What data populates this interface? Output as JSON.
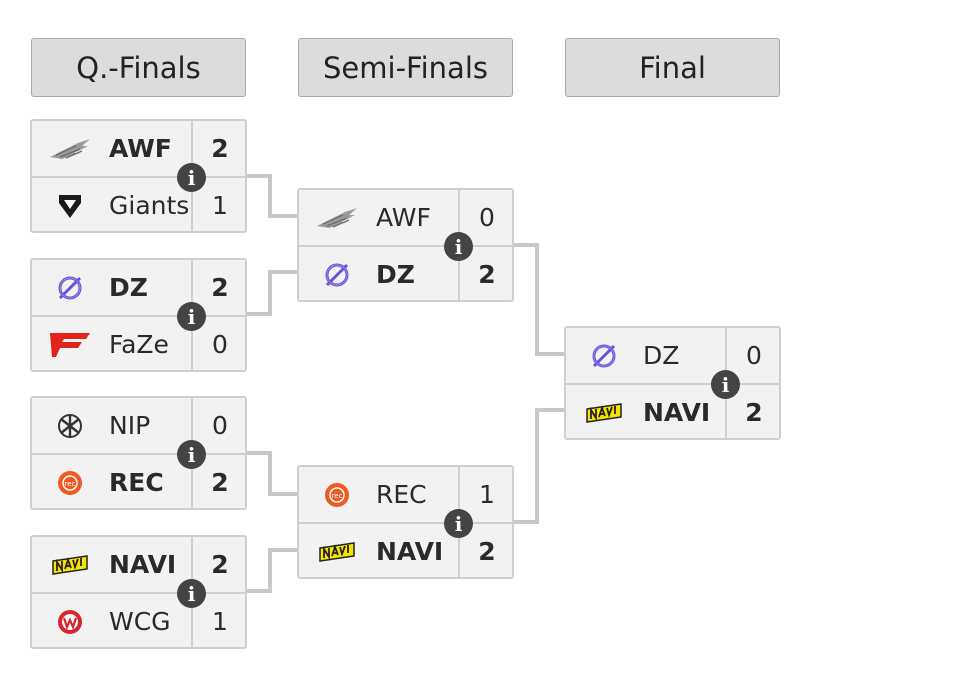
{
  "rounds": [
    {
      "label": "Q.-Finals"
    },
    {
      "label": "Semi-Finals"
    },
    {
      "label": "Final"
    }
  ],
  "matches": [
    {
      "teams": [
        {
          "name": "AWF",
          "score": "2",
          "logo": "awf-logo-icon",
          "winner": true
        },
        {
          "name": "Giants",
          "score": "1",
          "logo": "giants-logo-icon",
          "winner": false
        }
      ]
    },
    {
      "teams": [
        {
          "name": "DZ",
          "score": "2",
          "logo": "dz-logo-icon",
          "winner": true
        },
        {
          "name": "FaZe",
          "score": "0",
          "logo": "faze-logo-icon",
          "winner": false
        }
      ]
    },
    {
      "teams": [
        {
          "name": "NIP",
          "score": "0",
          "logo": "nip-logo-icon",
          "winner": false
        },
        {
          "name": "REC",
          "score": "2",
          "logo": "rec-logo-icon",
          "winner": true
        }
      ]
    },
    {
      "teams": [
        {
          "name": "NAVI",
          "score": "2",
          "logo": "navi-logo-icon",
          "winner": true
        },
        {
          "name": "WCG",
          "score": "1",
          "logo": "wcg-logo-icon",
          "winner": false
        }
      ]
    },
    {
      "teams": [
        {
          "name": "AWF",
          "score": "0",
          "logo": "awf-logo-icon",
          "winner": false
        },
        {
          "name": "DZ",
          "score": "2",
          "logo": "dz-logo-icon",
          "winner": true
        }
      ]
    },
    {
      "teams": [
        {
          "name": "REC",
          "score": "1",
          "logo": "rec-logo-icon",
          "winner": false
        },
        {
          "name": "NAVI",
          "score": "2",
          "logo": "navi-logo-icon",
          "winner": true
        }
      ]
    },
    {
      "teams": [
        {
          "name": "DZ",
          "score": "0",
          "logo": "dz-logo-icon",
          "winner": false
        },
        {
          "name": "NAVI",
          "score": "2",
          "logo": "navi-logo-icon",
          "winner": true
        }
      ]
    }
  ],
  "info_glyph": "i",
  "colors": {
    "header_bg": "#dcdcdc",
    "match_bg": "#f2f2f2",
    "border": "#cfcfcf",
    "connector": "#c8c8c8",
    "info_bg": "#444444",
    "dz_purple": "#6a4fd8",
    "faze_red": "#e2231a",
    "rec_orange": "#f05a22",
    "navi_yellow": "#f7e400",
    "wcg_red": "#d9262c"
  }
}
